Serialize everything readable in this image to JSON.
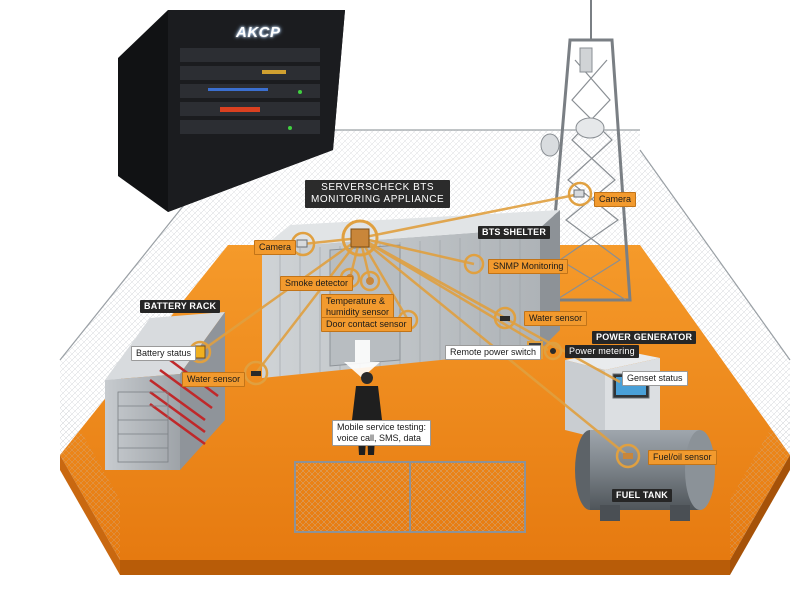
{
  "brand": {
    "logo_text": "AKCP"
  },
  "appliance": {
    "title_line1": "SERVERSCHECK BTS",
    "title_line2": "MONITORING APPLIANCE"
  },
  "areas": {
    "battery_rack": "BATTERY RACK",
    "bts_shelter": "BTS SHELTER",
    "power_generator": "POWER GENERATOR",
    "fuel_tank": "FUEL TANK"
  },
  "sensors": {
    "camera_left": "Camera",
    "camera_tower": "Camera",
    "smoke_detector": "Smoke detector",
    "temp_humidity_line1": "Temperature &",
    "temp_humidity_line2": "humidity sensor",
    "door_contact": "Door contact sensor",
    "snmp_monitoring": "SNMP Monitoring",
    "water_sensor_shelter": "Water sensor",
    "water_sensor_rack": "Water sensor",
    "battery_status": "Battery status",
    "remote_power_switch": "Remote power switch",
    "power_metering": "Power metering",
    "genset_status": "Genset status",
    "fuel_oil_sensor": "Fuel/oil sensor"
  },
  "mobile_testing": {
    "line1": "Mobile service testing:",
    "line2": "voice call, SMS, data"
  },
  "colors": {
    "accent": "#f29a2e",
    "floor": "#f08a1a",
    "label_dark": "#262626",
    "connector": "#e0a040"
  },
  "icons": [
    "appliance-icon",
    "camera-icon",
    "smoke-detector-icon",
    "temperature-sensor-icon",
    "door-sensor-icon",
    "snmp-icon",
    "water-sensor-icon",
    "battery-status-icon",
    "power-switch-icon",
    "power-meter-icon",
    "fuel-sensor-icon"
  ]
}
